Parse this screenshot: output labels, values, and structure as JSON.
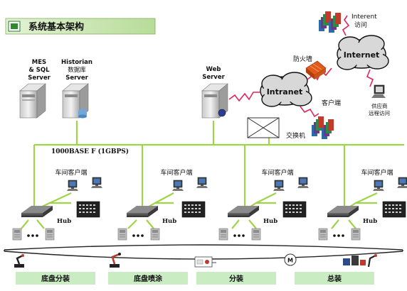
{
  "title": "系统基本架构",
  "servers": {
    "mes": [
      "MES",
      "& SQL",
      "Server"
    ],
    "historian": [
      "Historian",
      "数据库",
      "Server"
    ],
    "web": [
      "Web",
      "Server"
    ]
  },
  "backbone_label": "1000BASE F (1GBPS)",
  "clouds": {
    "intranet": "Intranet",
    "internet": "Internet"
  },
  "labels": {
    "firewall": "防火墙",
    "internet_access": [
      "Interent",
      "访问"
    ],
    "client": "客户端",
    "switch": "交换机",
    "supplier": [
      "供应商",
      "远程访问"
    ],
    "workshop_client": "车间客户端",
    "hub": "Hub"
  },
  "stages": [
    "底盘分装",
    "底盘喷涂",
    "分装",
    "总装"
  ],
  "colors": {
    "green_line": "#9fd44a",
    "title_bar": "#cfe8b8",
    "stage_band": "#c9ecc3",
    "lightning": "#e0245a"
  }
}
